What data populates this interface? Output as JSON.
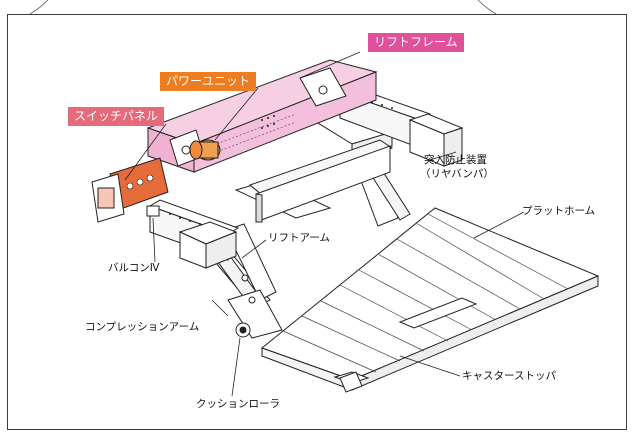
{
  "colors": {
    "lift_frame_tag": "#e0509b",
    "power_unit_tag": "#ee7d22",
    "switch_panel_tag": "#e56a7a",
    "lift_frame_highlight": "#f3bfdc",
    "power_unit_highlight": "#f0a052",
    "switch_panel_highlight": "#e56b3a",
    "line": "#222222"
  },
  "callouts": {
    "lift_frame": "リフトフレーム",
    "power_unit": "パワーユニット",
    "switch_panel": "スイッチパネル"
  },
  "labels": {
    "rear_bumper_line1": "突入防止装置",
    "rear_bumper_line2": "（リヤバンパ）",
    "platform": "プラットホーム",
    "lift_arm": "リフトアーム",
    "valve_controller": "バルコンⅣ",
    "compression_arm": "コンプレッションアーム",
    "caster_stopper": "キャスターストッパ",
    "cushion_roller": "クッションローラ"
  }
}
